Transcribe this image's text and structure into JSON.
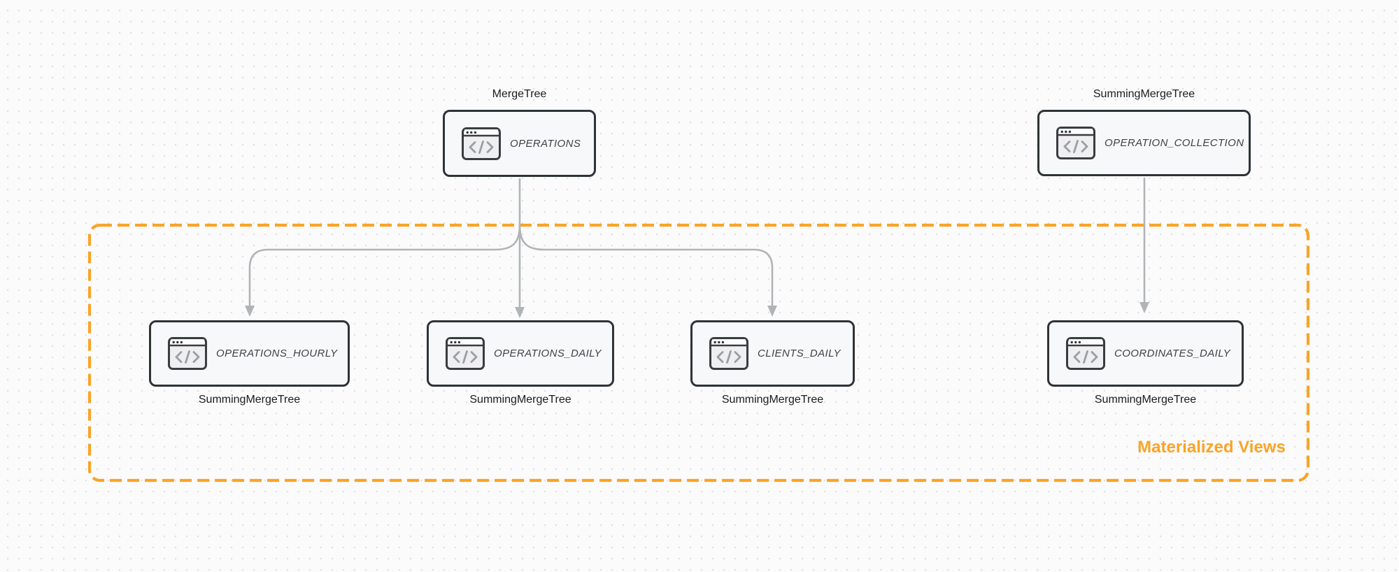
{
  "diagram": {
    "group": {
      "label": "Materialized Views",
      "border_color": "#f9a427"
    },
    "nodes": {
      "operations": {
        "title": "OPERATIONS",
        "engine": "MergeTree",
        "engine_position": "above"
      },
      "operation_collection": {
        "title": "OPERATION_COLLECTION",
        "engine": "SummingMergeTree",
        "engine_position": "above"
      },
      "operations_hourly": {
        "title": "OPERATIONS_HOURLY",
        "engine": "SummingMergeTree",
        "engine_position": "below"
      },
      "operations_daily": {
        "title": "OPERATIONS_DAILY",
        "engine": "SummingMergeTree",
        "engine_position": "below"
      },
      "clients_daily": {
        "title": "CLIENTS_DAILY",
        "engine": "SummingMergeTree",
        "engine_position": "below"
      },
      "coordinates_daily": {
        "title": "COORDINATES_DAILY",
        "engine": "SummingMergeTree",
        "engine_position": "below"
      }
    },
    "edges": [
      {
        "from": "operations",
        "to": "operations_hourly"
      },
      {
        "from": "operations",
        "to": "operations_daily"
      },
      {
        "from": "operations",
        "to": "clients_daily"
      },
      {
        "from": "operation_collection",
        "to": "coordinates_daily"
      }
    ],
    "icon": "code-window-icon",
    "colors": {
      "node_border": "#2e3336",
      "node_fill": "#f7f8f9",
      "edge": "#b1b4b6",
      "background": "#fbfbfc"
    }
  }
}
